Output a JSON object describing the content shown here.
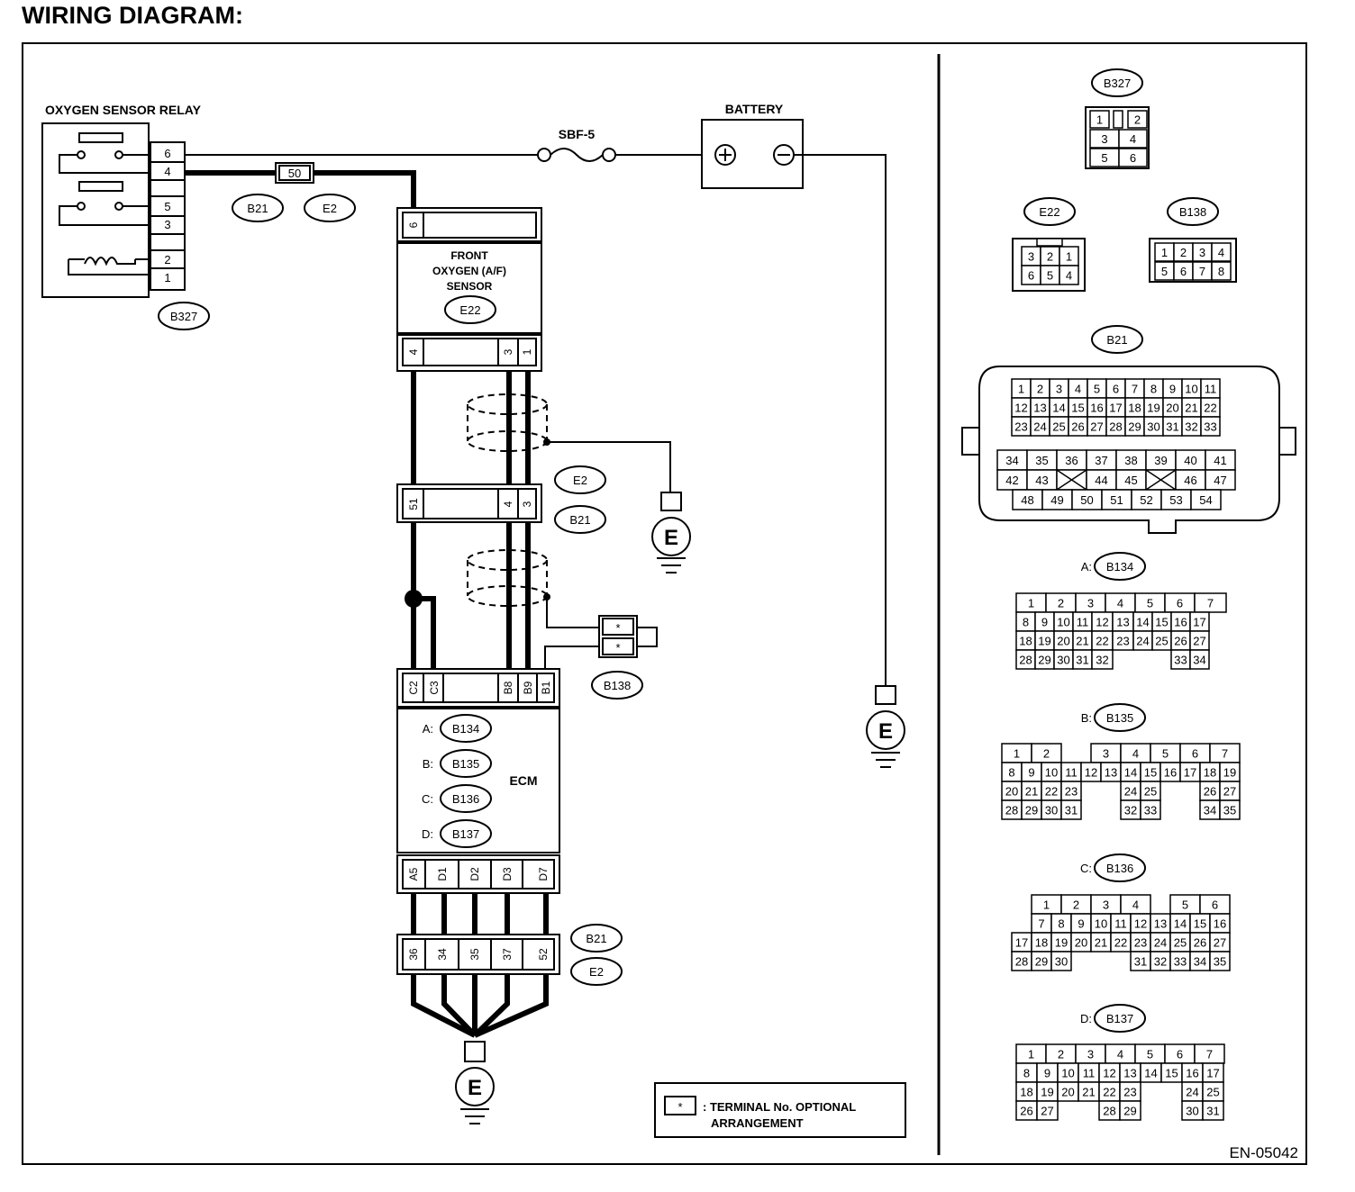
{
  "title": "WIRING DIAGRAM:",
  "drawing_no": "EN-05042",
  "components": {
    "relay": "OXYGEN SENSOR RELAY",
    "battery": "BATTERY",
    "fuse": "SBF-5",
    "fuse_no": "50",
    "sensor": [
      "FRONT",
      "OXYGEN (A/F)",
      "SENSOR"
    ],
    "ecm": "ECM",
    "ground": "E",
    "battery_plus": "+",
    "battery_minus": "−"
  },
  "connectors": {
    "b327": "B327",
    "b21": "B21",
    "e2": "E2",
    "e22": "E22",
    "b138": "B138",
    "b134": "B134",
    "b135": "B135",
    "b136": "B136",
    "b137": "B137"
  },
  "ecm_connectors": [
    {
      "prefix": "A:",
      "id": "B134"
    },
    {
      "prefix": "B:",
      "id": "B135"
    },
    {
      "prefix": "C:",
      "id": "B136"
    },
    {
      "prefix": "D:",
      "id": "B137"
    }
  ],
  "pins": {
    "relay": [
      "6",
      "4",
      "5",
      "3",
      "2",
      "1"
    ],
    "sensor_top": "6",
    "sensor_bottom": [
      "4",
      "3",
      "1"
    ],
    "mid_connector": [
      "51",
      "4",
      "3"
    ],
    "ecm_top": [
      "C2",
      "C3",
      "B8",
      "B9",
      "B1"
    ],
    "ecm_bottom": [
      "A5",
      "D1",
      "D2",
      "D3",
      "D7"
    ],
    "bottom_connector": [
      "36",
      "34",
      "35",
      "37",
      "52"
    ],
    "b138": [
      "*",
      "*"
    ]
  },
  "legend": {
    "symbol": "*",
    "text_line1": ": TERMINAL No. OPTIONAL",
    "text_line2": "ARRANGEMENT"
  },
  "connector_views": {
    "b327": [
      [
        "1",
        "",
        "2"
      ],
      [
        "3",
        "4"
      ],
      [
        "5",
        "6"
      ]
    ],
    "e22": [
      [
        "3",
        "2",
        "1"
      ],
      [
        "6",
        "5",
        "4"
      ]
    ],
    "b138": [
      [
        "1",
        "2",
        "3",
        "4"
      ],
      [
        "5",
        "6",
        "7",
        "8"
      ]
    ],
    "b21": [
      [
        "1",
        "2",
        "3",
        "4",
        "5",
        "6",
        "7",
        "8",
        "9",
        "10",
        "11"
      ],
      [
        "12",
        "13",
        "14",
        "15",
        "16",
        "17",
        "18",
        "19",
        "20",
        "21",
        "22"
      ],
      [
        "23",
        "24",
        "25",
        "26",
        "27",
        "28",
        "29",
        "30",
        "31",
        "32",
        "33"
      ],
      [
        "34",
        "35",
        "36",
        "37",
        "38",
        "39",
        "40",
        "41"
      ],
      [
        "42",
        "43",
        "",
        "44",
        "45",
        "",
        "46",
        "47"
      ],
      [
        "48",
        "49",
        "50",
        "51",
        "52",
        "53",
        "54"
      ]
    ],
    "b134": [
      [
        "1",
        "2",
        "3",
        "4",
        "5",
        "6",
        "7"
      ],
      [
        "8",
        "9",
        "10",
        "11",
        "12",
        "13",
        "14",
        "15",
        "16",
        "17"
      ],
      [
        "18",
        "19",
        "20",
        "21",
        "22",
        "23",
        "24",
        "25",
        "26",
        "27"
      ],
      [
        "28",
        "29",
        "30",
        "31",
        "32",
        "",
        "",
        "",
        "33",
        "34"
      ]
    ],
    "b135": [
      [
        "1",
        "2",
        "",
        "3",
        "4",
        "5",
        "6",
        "7"
      ],
      [
        "8",
        "9",
        "10",
        "11",
        "12",
        "13",
        "14",
        "15",
        "16",
        "17",
        "18",
        "19"
      ],
      [
        "20",
        "21",
        "22",
        "23",
        "",
        "",
        "24",
        "25",
        "",
        "",
        "26",
        "27"
      ],
      [
        "28",
        "29",
        "30",
        "31",
        "",
        "",
        "32",
        "33",
        "",
        "",
        "34",
        "35"
      ]
    ],
    "b136": [
      [
        "",
        "1",
        "2",
        "3",
        "4",
        "",
        "5",
        "6"
      ],
      [
        "",
        "7",
        "8",
        "9",
        "10",
        "11",
        "12",
        "13",
        "14",
        "15",
        "16"
      ],
      [
        "17",
        "18",
        "19",
        "20",
        "21",
        "22",
        "23",
        "24",
        "25",
        "26",
        "27"
      ],
      [
        "28",
        "29",
        "30",
        "",
        "",
        "",
        "31",
        "32",
        "33",
        "34",
        "35"
      ]
    ],
    "b137": [
      [
        "1",
        "2",
        "3",
        "4",
        "5",
        "6",
        "7"
      ],
      [
        "8",
        "9",
        "10",
        "11",
        "12",
        "13",
        "14",
        "15",
        "16",
        "17"
      ],
      [
        "18",
        "19",
        "20",
        "21",
        "22",
        "23",
        "",
        "",
        "24",
        "25"
      ],
      [
        "26",
        "27",
        "",
        "",
        "28",
        "29",
        "",
        "",
        "30",
        "31"
      ]
    ]
  }
}
